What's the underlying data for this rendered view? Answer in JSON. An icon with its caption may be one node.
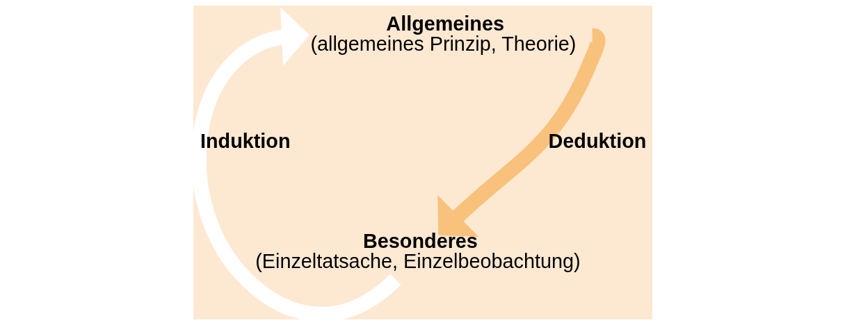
{
  "diagram": {
    "nodes": [
      {
        "text": [
          "Allgemeines",
          "(allgemeines Prinzip, Theorie)"
        ]
      },
      {
        "text": [
          "Besonderes",
          "(Einzeltatsache, Einzelbeobachtung)"
        ]
      }
    ],
    "edges": [
      {
        "from": 0,
        "to": 1,
        "arrow": "to",
        "label": "Deduktion",
        "color": "#f8c27c"
      },
      {
        "from": 1,
        "to": 0,
        "arrow": "to",
        "label": "Induktion",
        "color": "#ffffff"
      }
    ]
  }
}
